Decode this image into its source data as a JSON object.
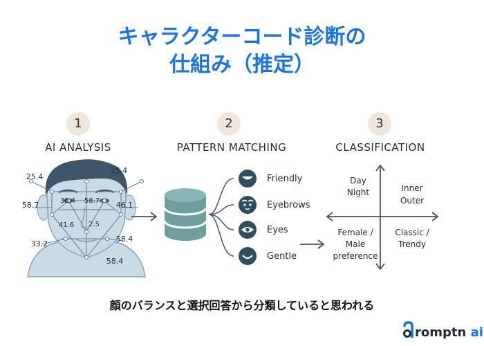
{
  "title": {
    "line1": "キャラクターコード診断の",
    "line2": "仕組み（推定）"
  },
  "steps": [
    {
      "number": "1",
      "title": "AI ANALYSIS"
    },
    {
      "number": "2",
      "title": "PATTERN MATCHING"
    },
    {
      "number": "3",
      "title": "CLASSIFICATION"
    }
  ],
  "face_measurements": {
    "top_left": "25.4",
    "top_right": "25.4",
    "mid_left": "58.7",
    "mid_right": "46.1",
    "inner_left": "33.4",
    "inner_right": "58.7",
    "cheek_left": "41.6",
    "cheek_right": "2.5",
    "bottom_left": "33.2",
    "bottom_right": "58.4",
    "chin": "58.4"
  },
  "patterns": [
    "Friendly",
    "Eyebrows",
    "Eyes",
    "Gentle"
  ],
  "quadrants": {
    "top_left": [
      "Day",
      "Night"
    ],
    "top_right": [
      "Inner",
      "Outer"
    ],
    "bottom_left": [
      "Female /",
      "Male",
      "preference"
    ],
    "bottom_right": [
      "Classic /",
      "Trendy"
    ]
  },
  "footer_text": "顔のバランスと選択回答から分類していると思われる",
  "logo": {
    "main": "romptn",
    "suffix": "ai"
  },
  "colors": {
    "title": "#1a73e8",
    "face": "#c9dbe6",
    "db": "#6f9e9f",
    "icon_bg": "#2f4f5f"
  }
}
